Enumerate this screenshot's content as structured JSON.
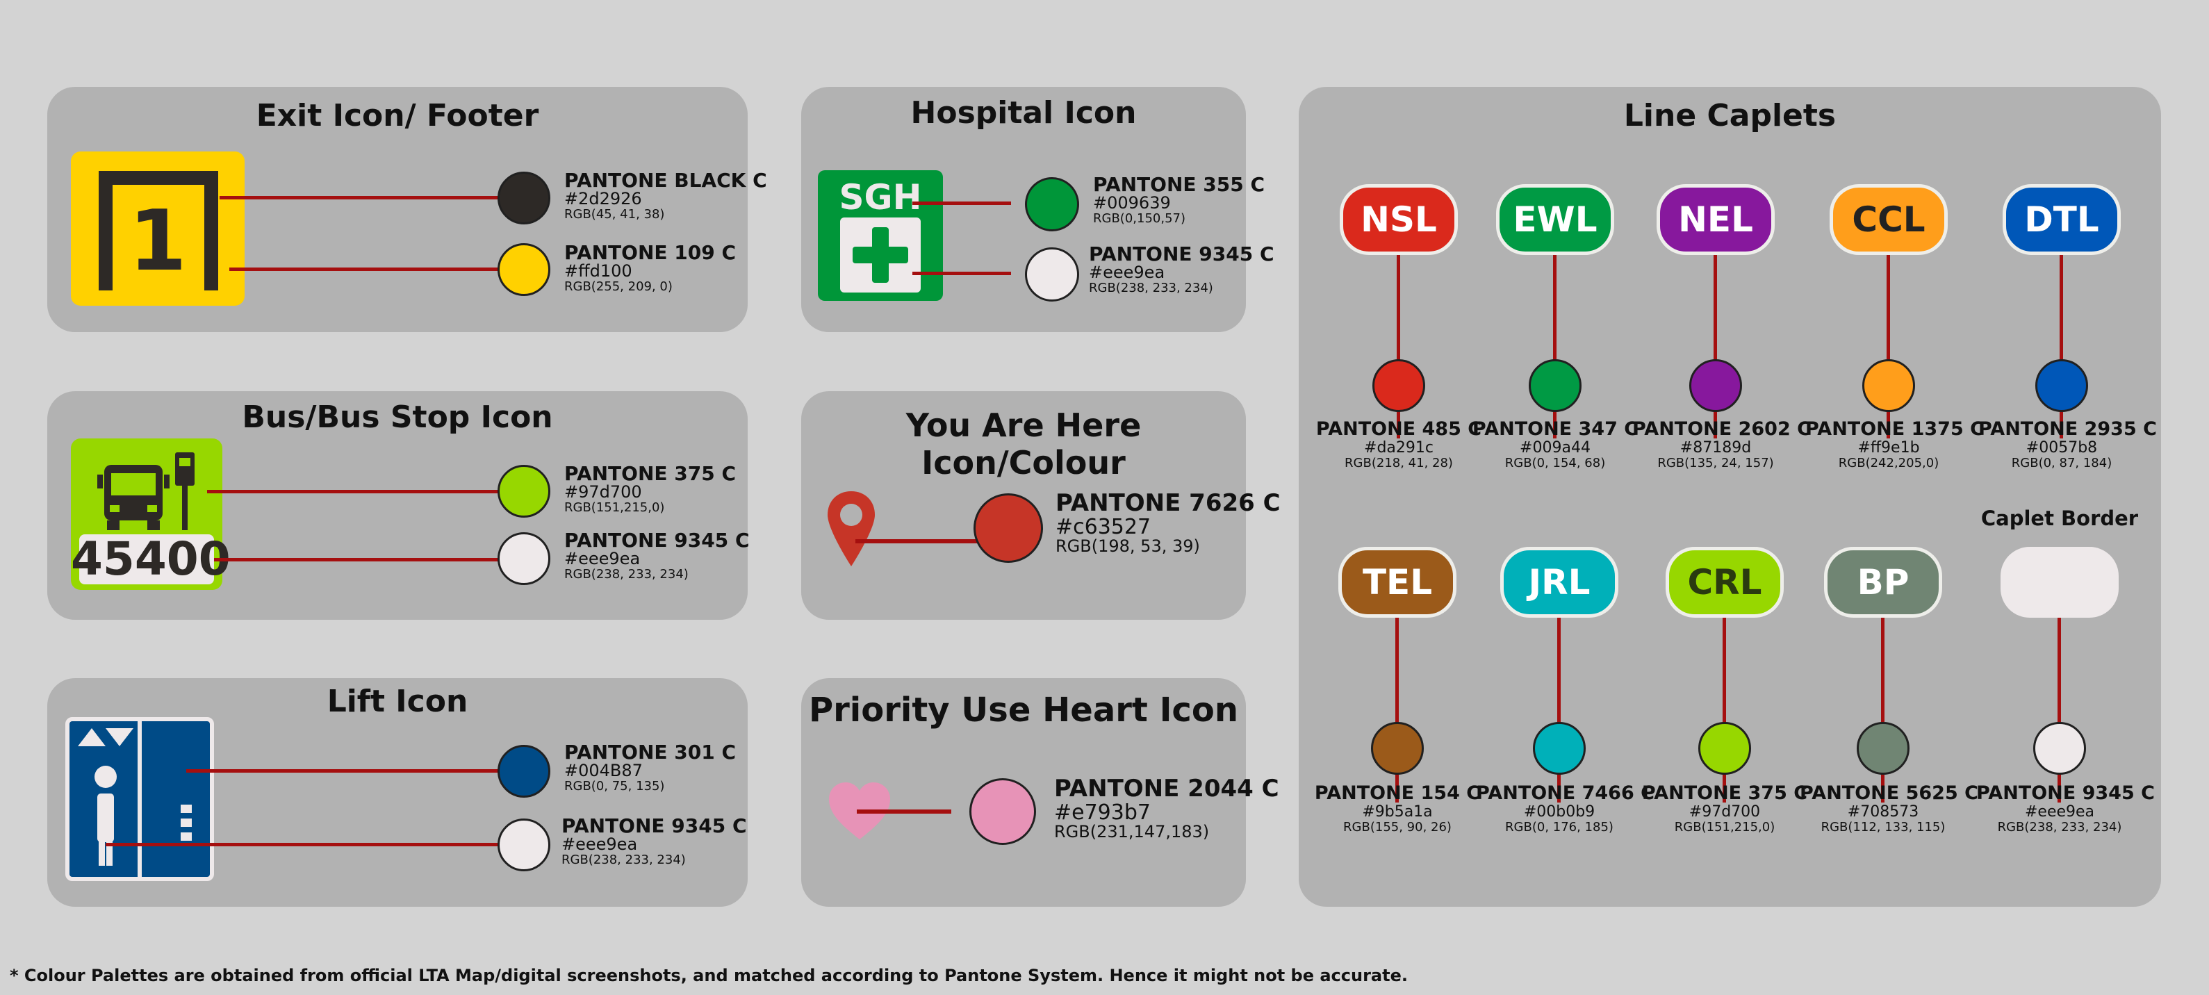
{
  "panels": {
    "exit": {
      "title": "Exit Icon/ Footer",
      "icon_text": "1",
      "swatches": [
        {
          "name": "PANTONE BLACK C",
          "hex": "#2d2926",
          "rgb": "RGB(45, 41, 38)"
        },
        {
          "name": "PANTONE 109 C",
          "hex": "#ffd100",
          "rgb": "RGB(255, 209, 0)"
        }
      ]
    },
    "hospital": {
      "title": "Hospital Icon",
      "icon_text": "SGH",
      "swatches": [
        {
          "name": "PANTONE 355 C",
          "hex": "#009639",
          "rgb": "RGB(0,150,57)"
        },
        {
          "name": "PANTONE 9345 C",
          "hex": "#eee9ea",
          "rgb": "RGB(238, 233, 234)"
        }
      ]
    },
    "bus": {
      "title": "Bus/Bus Stop Icon",
      "icon_text": "45400",
      "swatches": [
        {
          "name": "PANTONE 375 C",
          "hex": "#97d700",
          "rgb": "RGB(151,215,0)"
        },
        {
          "name": "PANTONE 9345 C",
          "hex": "#eee9ea",
          "rgb": "RGB(238, 233, 234)"
        }
      ]
    },
    "youarehere": {
      "title": "You Are Here Icon/Colour",
      "swatches": [
        {
          "name": "PANTONE 7626 C",
          "hex": "#c63527",
          "rgb": "RGB(198, 53, 39)"
        }
      ]
    },
    "lift": {
      "title": "Lift Icon",
      "swatches": [
        {
          "name": "PANTONE 301 C",
          "hex": "#004B87",
          "rgb": "RGB(0, 75, 135)"
        },
        {
          "name": "PANTONE 9345 C",
          "hex": "#eee9ea",
          "rgb": "RGB(238, 233, 234)"
        }
      ]
    },
    "heart": {
      "title": "Priority Use Heart Icon",
      "swatches": [
        {
          "name": "PANTONE 2044 C",
          "hex": "#e793b7",
          "rgb": "RGB(231,147,183)"
        }
      ]
    },
    "caplets": {
      "title": "Line Caplets",
      "border_label": "Caplet Border",
      "row1": [
        {
          "label": "NSL",
          "color": "#da291c",
          "text_color": "#ffffff",
          "name": "PANTONE 485 C",
          "hex": "#da291c",
          "rgb": "RGB(218, 41, 28)"
        },
        {
          "label": "EWL",
          "color": "#009a44",
          "text_color": "#ffffff",
          "name": "PANTONE 347 C",
          "hex": "#009a44",
          "rgb": "RGB(0, 154, 68)"
        },
        {
          "label": "NEL",
          "color": "#87189d",
          "text_color": "#ffffff",
          "name": "PANTONE 2602 C",
          "hex": "#87189d",
          "rgb": "RGB(135, 24, 157)"
        },
        {
          "label": "CCL",
          "color": "#ff9e1b",
          "text_color": "#222222",
          "name": "PANTONE 1375 C",
          "hex": "#ff9e1b",
          "rgb": "RGB(242,205,0)"
        },
        {
          "label": "DTL",
          "color": "#0057b8",
          "text_color": "#ffffff",
          "name": "PANTONE 2935 C",
          "hex": "#0057b8",
          "rgb": "RGB(0, 87, 184)"
        }
      ],
      "row2": [
        {
          "label": "TEL",
          "color": "#9b5a1a",
          "text_color": "#ffffff",
          "name": "PANTONE 154 C",
          "hex": "#9b5a1a",
          "rgb": "RGB(155, 90, 26)"
        },
        {
          "label": "JRL",
          "color": "#00b0b9",
          "text_color": "#ffffff",
          "name": "PANTONE 7466 C",
          "hex": "#00b0b9",
          "rgb": "RGB(0, 176, 185)"
        },
        {
          "label": "CRL",
          "color": "#97d700",
          "text_color": "#2a3a10",
          "name": "PANTONE 375 C",
          "hex": "#97d700",
          "rgb": "RGB(151,215,0)"
        },
        {
          "label": "BP",
          "color": "#708573",
          "text_color": "#ffffff",
          "name": "PANTONE 5625 C",
          "hex": "#708573",
          "rgb": "RGB(112, 133, 115)"
        },
        {
          "label": "",
          "color": "#eee9ea",
          "text_color": "#ffffff",
          "name": "PANTONE 9345 C",
          "hex": "#eee9ea",
          "rgb": "RGB(238, 233, 234)"
        }
      ]
    }
  },
  "footnote": "* Colour Palettes are obtained from official LTA Map/digital screenshots, and matched according to Pantone System. Hence it might not be accurate."
}
